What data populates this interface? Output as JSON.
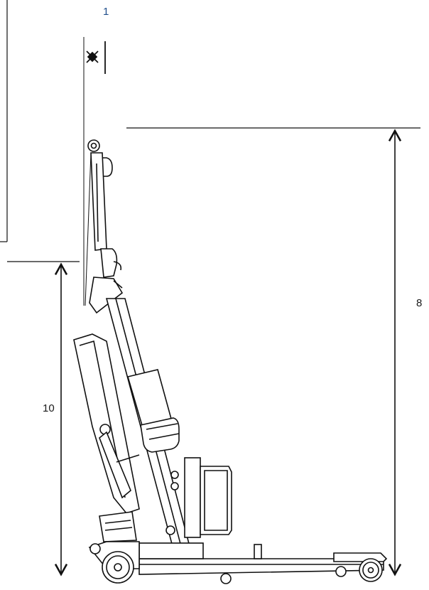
{
  "diagram": {
    "callouts": {
      "top": "1",
      "right_dimension": "8",
      "left_dimension": "10"
    },
    "line_color": "#111111",
    "callout_color": "#1f4e8c"
  }
}
